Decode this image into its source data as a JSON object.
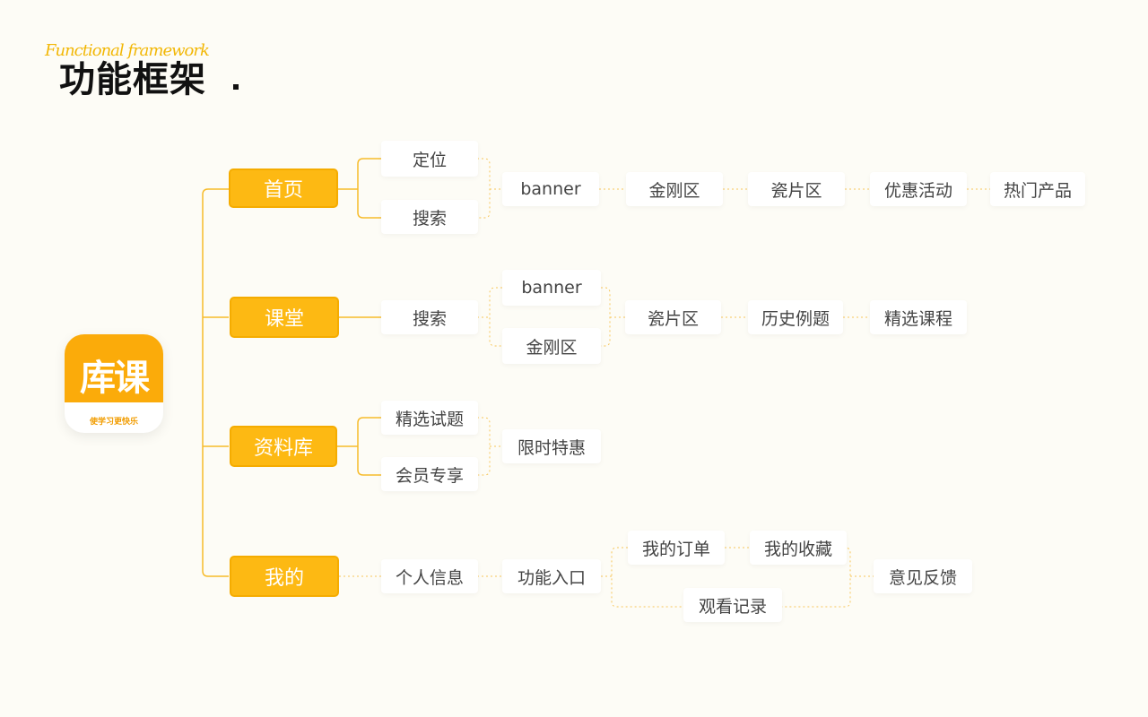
{
  "header": {
    "title": "功能框架",
    "subtitle": "Functional framework"
  },
  "logo": {
    "text": "库课",
    "slogan": "使学习更快乐"
  },
  "colors": {
    "accent": "#fdb913",
    "line": "#f5b31b",
    "background": "#fdfcf6"
  },
  "nodes": {
    "home": "首页",
    "home_location": "定位",
    "home_search": "搜索",
    "home_banner": "banner",
    "home_jingang": "金刚区",
    "home_tile": "瓷片区",
    "home_promo": "优惠活动",
    "home_hot": "热门产品",
    "class": "课堂",
    "class_search": "搜索",
    "class_banner": "banner",
    "class_jingang": "金刚区",
    "class_tile": "瓷片区",
    "class_history": "历史例题",
    "class_courses": "精选课程",
    "library": "资料库",
    "lib_questions": "精选试题",
    "lib_member": "会员专享",
    "lib_limited": "限时特惠",
    "mine": "我的",
    "mine_info": "个人信息",
    "mine_entry": "功能入口",
    "mine_orders": "我的订单",
    "mine_favorites": "我的收藏",
    "mine_history": "观看记录",
    "mine_feedback": "意见反馈"
  }
}
